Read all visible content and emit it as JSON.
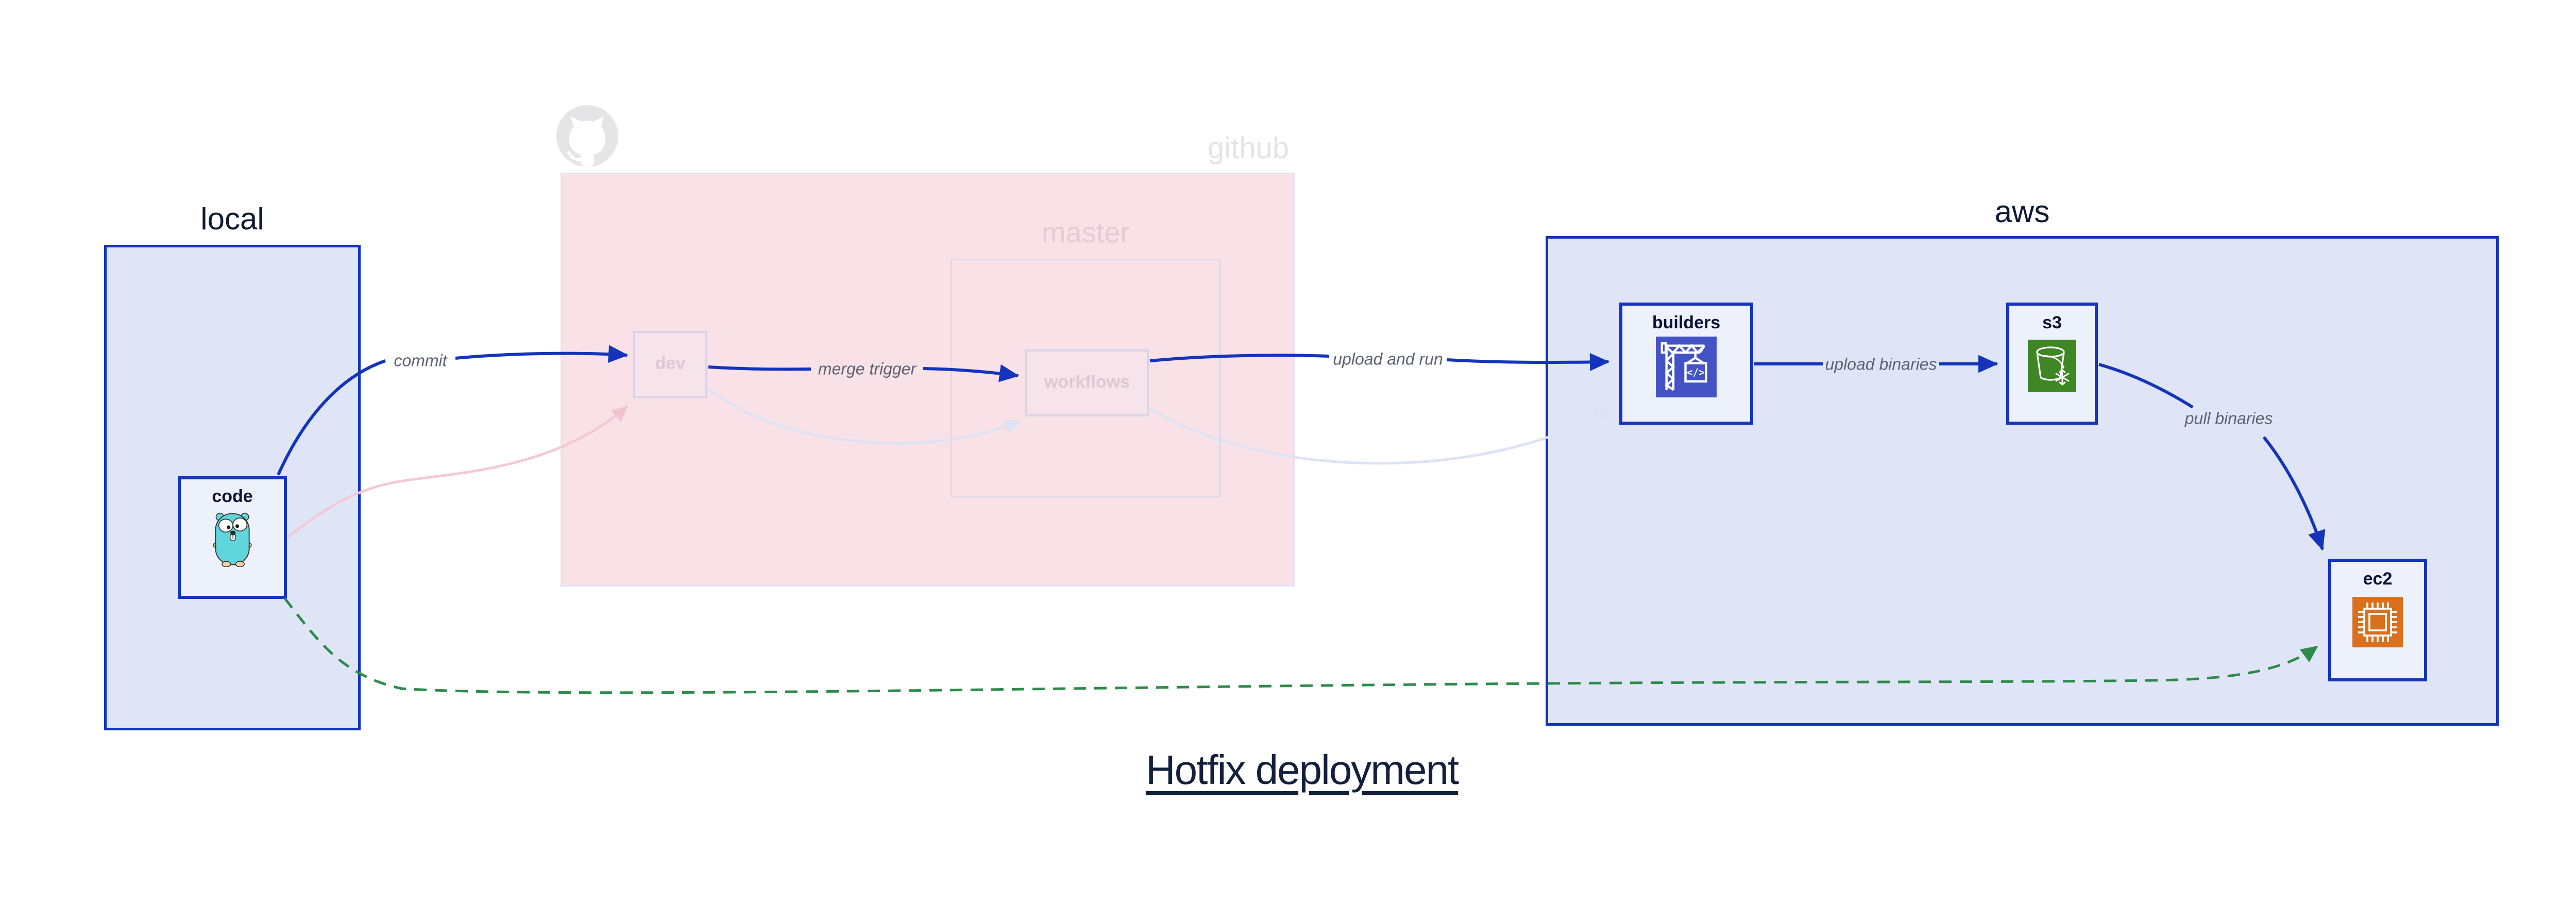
{
  "title": {
    "text": "Hotfix deployment"
  },
  "containers": {
    "local": {
      "label": "local"
    },
    "github": {
      "label": "github"
    },
    "master": {
      "label": "master"
    },
    "aws": {
      "label": "aws"
    }
  },
  "nodes": {
    "code": {
      "label": "code",
      "icon": "gopher-icon"
    },
    "dev": {
      "label": "dev",
      "icon": "none"
    },
    "workflows": {
      "label": "workflows",
      "icon": "none"
    },
    "builders": {
      "label": "builders",
      "icon": "codebuild-crane-icon"
    },
    "s3": {
      "label": "s3",
      "icon": "s3-glacier-bucket-icon"
    },
    "ec2": {
      "label": "ec2",
      "icon": "ec2-chip-icon"
    }
  },
  "edges": {
    "commit": {
      "label": "commit",
      "style": "solid-blue"
    },
    "merge_trigger": {
      "label": "merge trigger",
      "style": "solid-blue"
    },
    "upload_and_run": {
      "label": "upload and run",
      "style": "solid-blue"
    },
    "upload_binaries": {
      "label": "upload binaries",
      "style": "solid-blue"
    },
    "pull_binaries": {
      "label": "pull binaries",
      "style": "solid-blue"
    },
    "code_to_dev_faded": {
      "label": "",
      "style": "faded-pink"
    },
    "dev_to_workflows_faded": {
      "label": "",
      "style": "faded-lavender"
    },
    "workflows_to_builders_faded": {
      "label": "",
      "style": "faded-lavender"
    },
    "hotfix_direct_deploy": {
      "label": "",
      "style": "dashed-green"
    }
  },
  "icons": {
    "codebuild_glyph": "</>",
    "github_logo": "github-octocat-icon"
  },
  "colors": {
    "edge_active_blue": "#1334bb",
    "edge_faded_pink": "#f2c9d4",
    "edge_faded_lavender": "#dde2f4",
    "edge_hotfix_green": "#2e8b4a",
    "container_blue_fill": "#dfe5f7",
    "container_blue_border": "#1334bb",
    "node_fill": "#edf1fb",
    "github_box_fill": "#f8e1e7",
    "faded_node_border": "#d8d3e8",
    "faded_node_text": "#ddc8d1",
    "codebuild_icon_bg": "#4353c5",
    "s3_icon_bg": "#3f8624",
    "ec2_icon_bg": "#d9701e",
    "gopher_teal": "#5fd5dc",
    "edge_label_gray": "#5c6370",
    "title_color": "#131f3d"
  }
}
